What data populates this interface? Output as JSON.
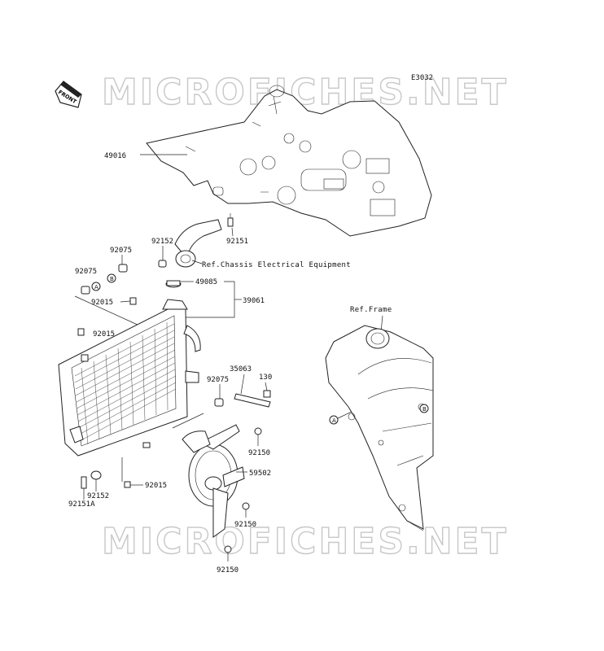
{
  "diagram_id": "E3032",
  "watermark_text": "MICROFICHES.NET",
  "front_label": "FRONT",
  "refs": {
    "chassis_electrical": "Ref.Chassis Electrical Equipment",
    "frame": "Ref.Frame"
  },
  "callouts": {
    "a": "A",
    "b": "B"
  },
  "part_numbers": {
    "p49016": "49016",
    "p92152_top": "92152",
    "p92151": "92151",
    "p92075_top": "92075",
    "p92075_left": "92075",
    "p49085": "49085",
    "p39061": "39061",
    "p92015_a": "92015",
    "p92015_b": "92015",
    "p35063": "35063",
    "p130": "130",
    "p92075_mid": "92075",
    "p92150_a": "92150",
    "p59502": "59502",
    "p92152_bot": "92152",
    "p92151A": "92151A",
    "p92015_c": "92015",
    "p92150_b": "92150",
    "p92150_c": "92150"
  }
}
